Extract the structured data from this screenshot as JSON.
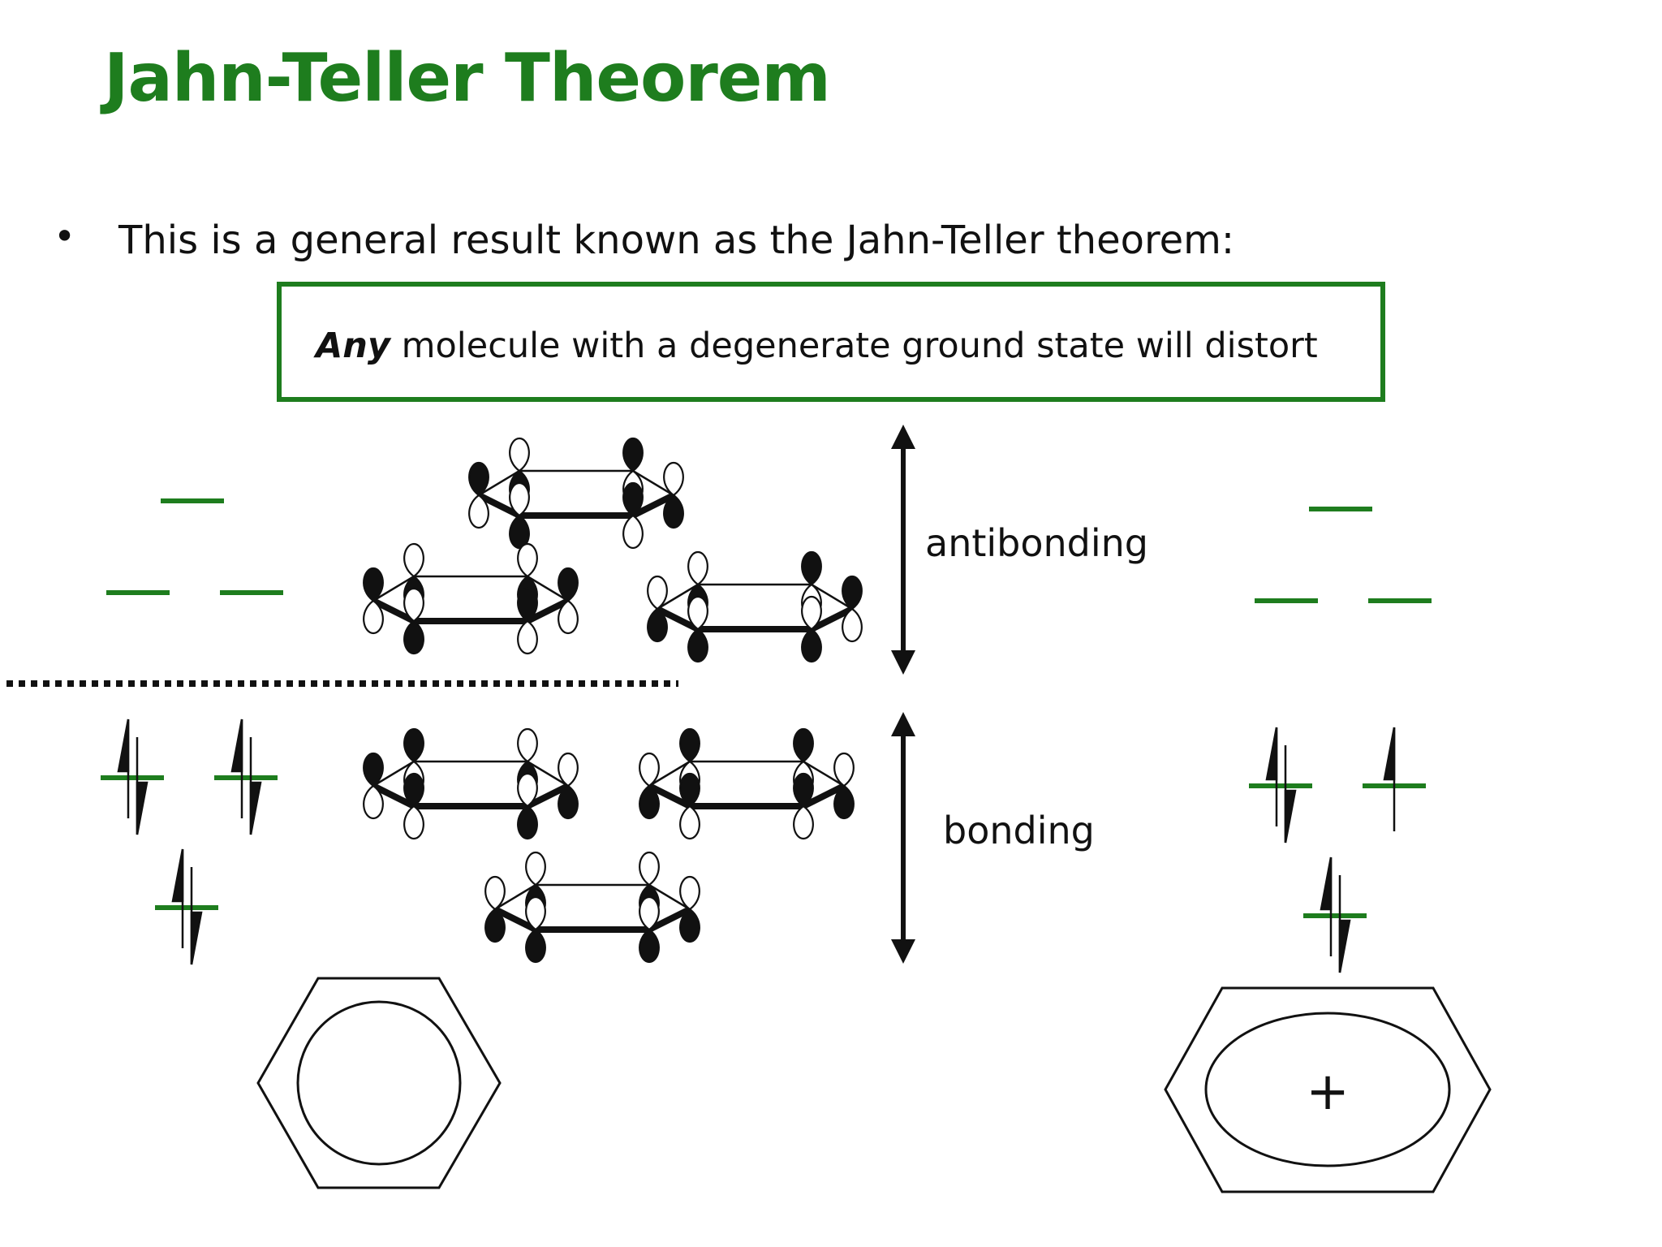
{
  "title": "Jahn-Teller Theorem",
  "bullet": "This is a general result known as the Jahn-Teller theorem:",
  "statement": {
    "emphasis": "Any",
    "rest": " molecule with a degenerate ground state will distort"
  },
  "labels": {
    "antibonding": "antibonding",
    "bonding": "bonding"
  },
  "cation_symbol": "+",
  "colors": {
    "accent_green": "#1e7d1e",
    "black": "#111111",
    "white": "#ffffff"
  },
  "diagrams": {
    "benzene": {
      "antibonding_levels": 3,
      "bonding_levels": 3,
      "bonding_electrons": 6
    },
    "benzene_cation": {
      "antibonding_levels": 3,
      "bonding_levels": 3,
      "bonding_electrons": 5
    }
  }
}
